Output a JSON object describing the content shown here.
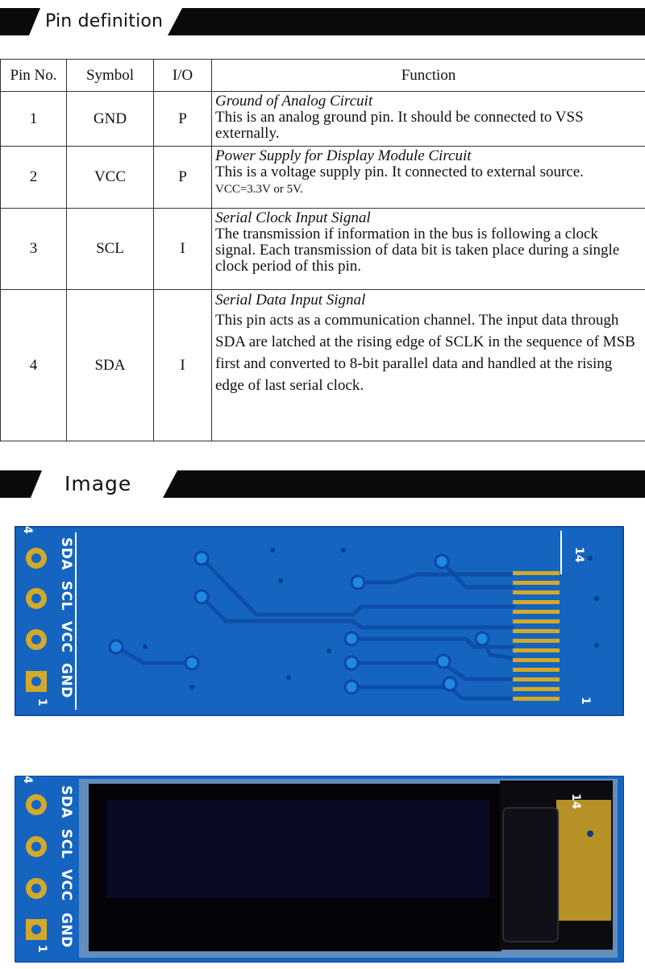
{
  "sections": {
    "pin_definition": "Pin definition",
    "image": "Image"
  },
  "table": {
    "headers": {
      "pin_no": "Pin No.",
      "symbol": "Symbol",
      "io": "I/O",
      "function": "Function"
    },
    "rows": [
      {
        "pin": "1",
        "symbol": "GND",
        "io": "P",
        "title": "Ground of Analog Circuit",
        "desc": "This is an analog ground pin. It should be connected to VSS externally.",
        "note": ""
      },
      {
        "pin": "2",
        "symbol": "VCC",
        "io": "P",
        "title": "Power Supply for Display Module Circuit",
        "desc": "This is a voltage supply pin. It connected to external source.",
        "note": "VCC=3.3V or 5V."
      },
      {
        "pin": "3",
        "symbol": "SCL",
        "io": "I",
        "title": "Serial Clock Input Signal",
        "desc": "The transmission if information in the bus is following a clock signal.  Each transmission of data bit is taken place during a single clock period of this pin.",
        "note": ""
      },
      {
        "pin": "4",
        "symbol": "SDA",
        "io": "I",
        "title": "Serial Data Input Signal",
        "desc": "This pin acts as a communication channel. The input data through SDA are latched at the rising edge of SCLK in the sequence of MSB first and converted  to 8-bit parallel data and handled  at the rising edge of last serial clock.",
        "note": ""
      }
    ]
  },
  "boards": {
    "back": {
      "pin_labels": [
        "SDA",
        "SCL",
        "VCC",
        "GND"
      ],
      "pin_first": "1",
      "pin_last": "4",
      "fpc_first": "1",
      "fpc_last": "14"
    },
    "front": {
      "pin_labels": [
        "SDA",
        "SCL",
        "VCC",
        "GND"
      ],
      "pin_first": "1",
      "pin_last": "4",
      "fpc_last": "14"
    }
  },
  "colors": {
    "pcb_blue": "#1565c0",
    "pcb_edge": "#0d47a1",
    "gold": "#d4a92a",
    "screen": "#0a0a14",
    "banner": "#0a0a0a"
  }
}
